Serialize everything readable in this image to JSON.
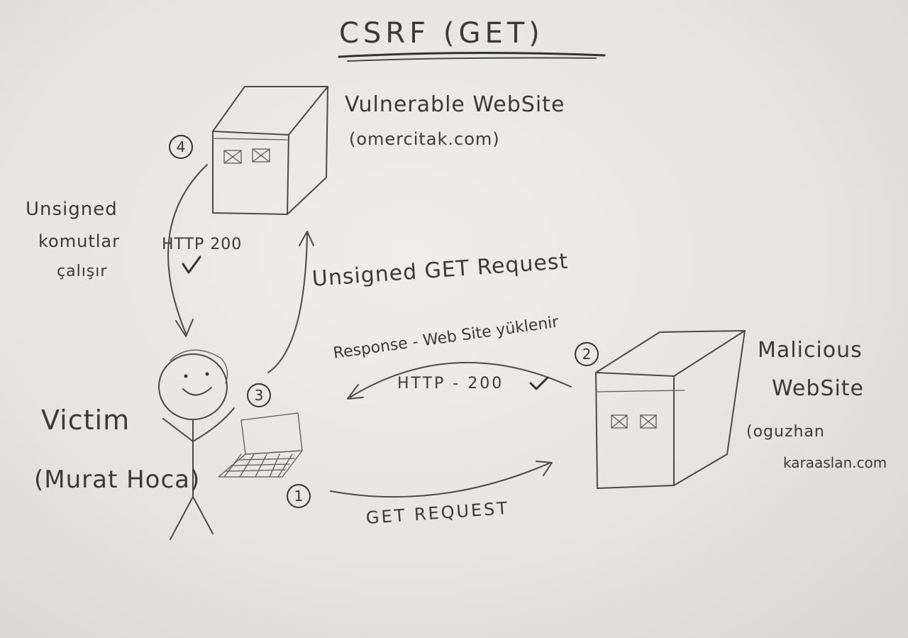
{
  "title": "CSRF (GET)",
  "vulnerable_site": {
    "name": "Vulnerable WebSite",
    "domain": "(omercitak.com)"
  },
  "malicious_site": {
    "name_line1": "Malicious",
    "name_line2": "WebSite",
    "domain_line1": "(oguzhan",
    "domain_line2": "karaaslan.com"
  },
  "victim": {
    "name": "Victim",
    "alias": "(Murat Hoca)"
  },
  "steps": [
    {
      "number": "1",
      "label": "GET REQUEST"
    },
    {
      "number": "2",
      "label_line1": "Response - Web Site yüklenir",
      "label_line2": "HTTP - 200"
    },
    {
      "number": "3",
      "label": "Unsigned GET Request"
    },
    {
      "number": "4",
      "label": "HTTP 200"
    }
  ],
  "side_note": {
    "line1": "Unsigned",
    "line2": "komutlar",
    "line3": "çalışır"
  },
  "checkmark": "✔"
}
